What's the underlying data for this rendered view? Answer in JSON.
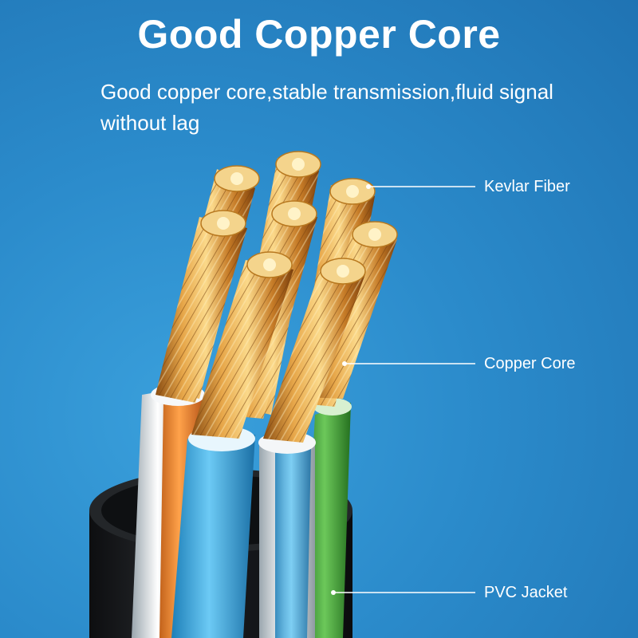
{
  "headline": "Good Copper Core",
  "description": "Good copper core,stable transmission,fluid signal without lag",
  "labels": {
    "kevlar": "Kevlar Fiber",
    "copper": "Copper Core",
    "jacket": "PVC Jacket"
  },
  "colors": {
    "background": "#2b8bcb",
    "copper": "#e0a545",
    "jacket": "#1b1d20",
    "wire_orange": "#f08a2a",
    "wire_blue": "#3aa8e0",
    "wire_green": "#44a83e",
    "wire_white": "#e8eef2"
  }
}
